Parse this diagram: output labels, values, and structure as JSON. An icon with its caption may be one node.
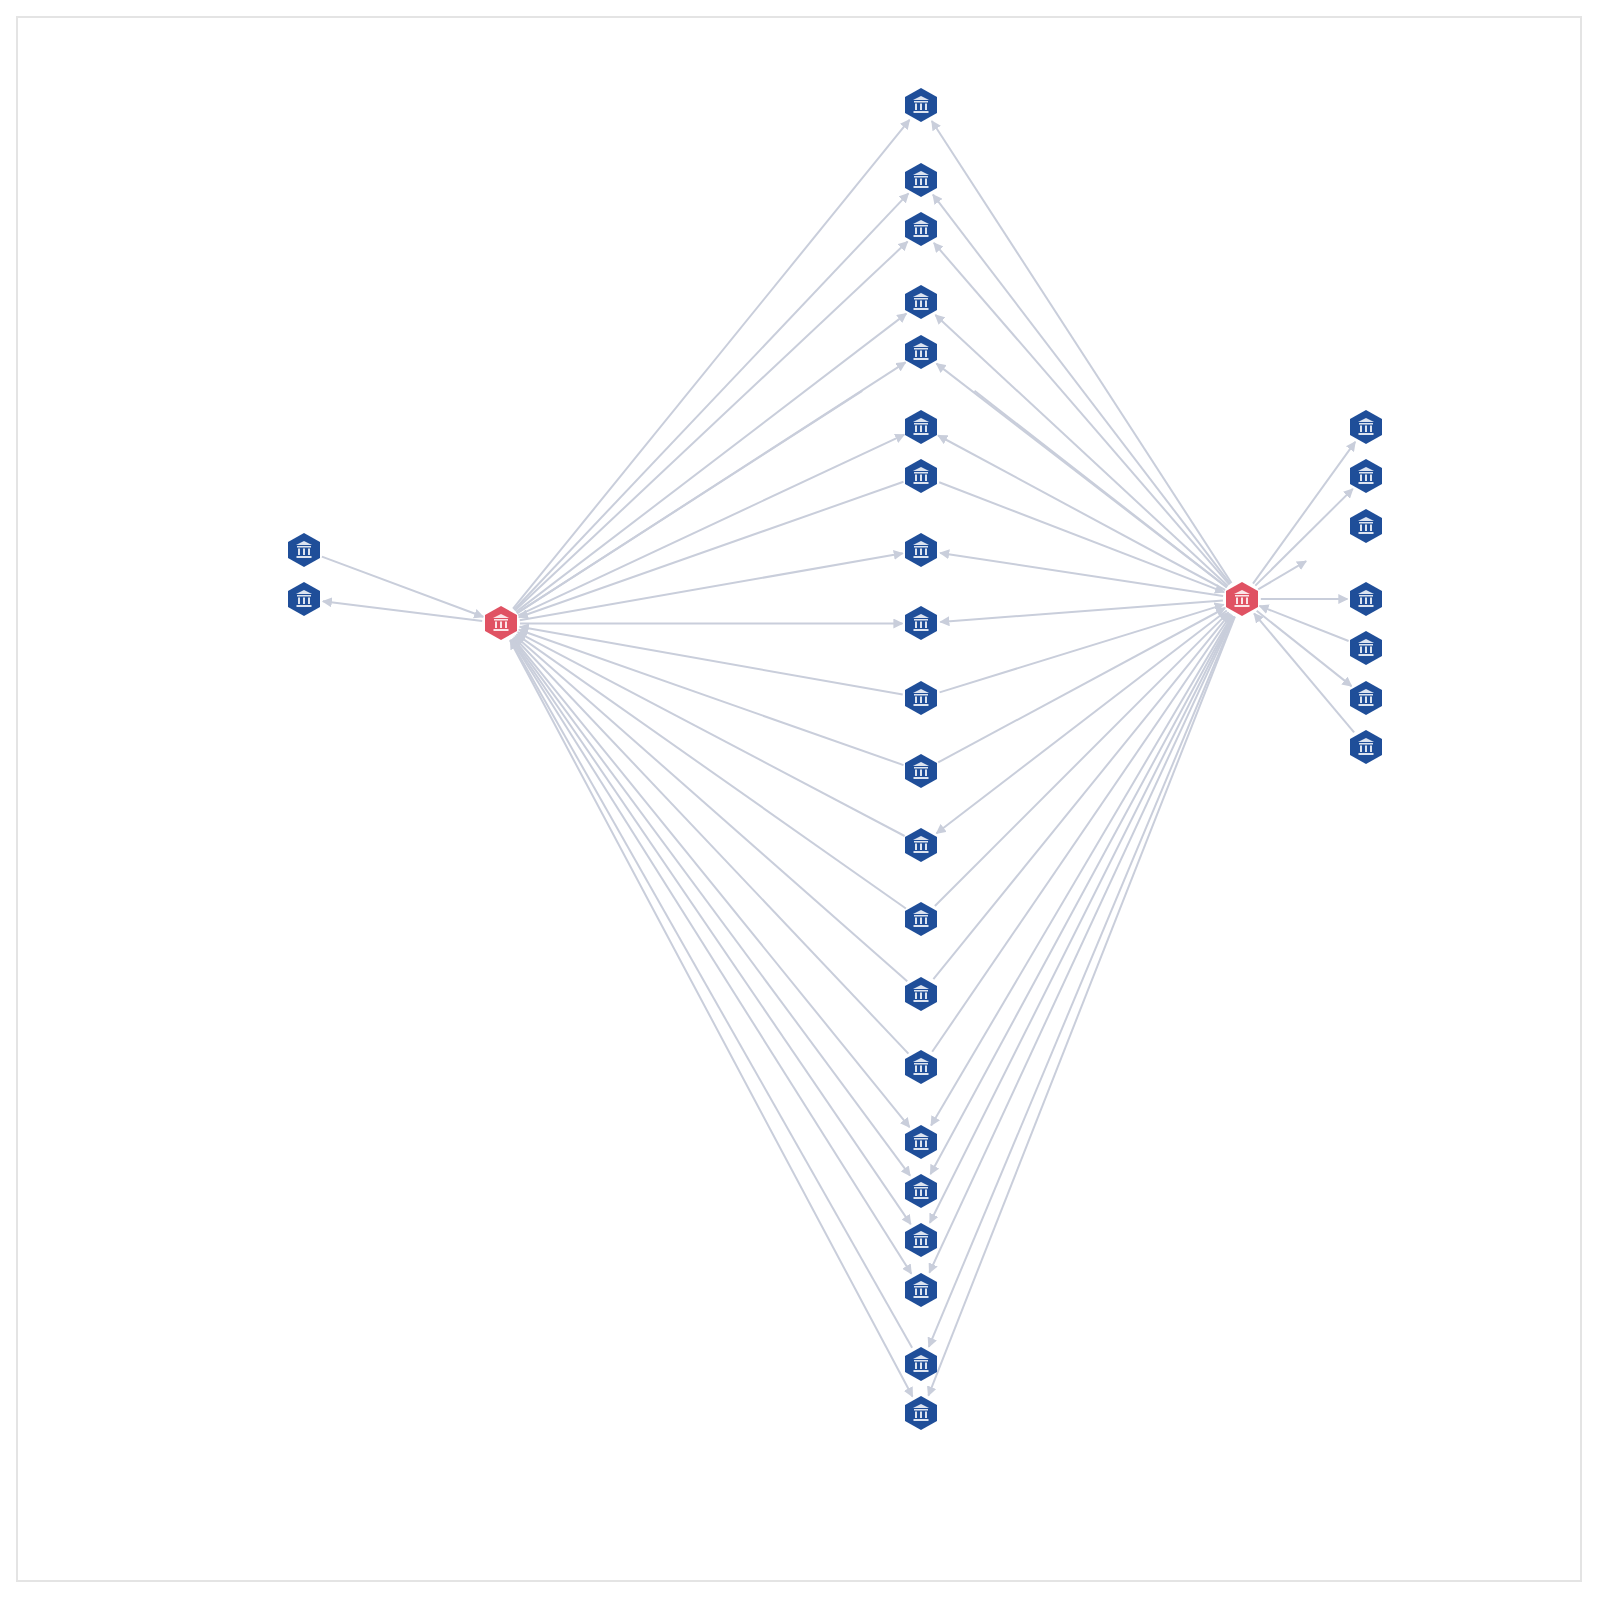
{
  "diagram": {
    "nodes": [
      {
        "text": [],
        "shape": "hexagon"
      },
      {
        "text": [],
        "shape": "hexagon"
      },
      {
        "text": [],
        "shape": "hexagon"
      },
      {
        "text": [],
        "shape": "hexagon"
      },
      {
        "text": [],
        "shape": "hexagon"
      },
      {
        "text": [],
        "shape": "hexagon"
      },
      {
        "text": [],
        "shape": "hexagon"
      },
      {
        "text": [],
        "shape": "hexagon"
      },
      {
        "text": [],
        "shape": "hexagon"
      },
      {
        "text": [],
        "shape": "hexagon"
      },
      {
        "text": [],
        "shape": "hexagon"
      },
      {
        "text": [],
        "shape": "hexagon"
      },
      {
        "text": [],
        "shape": "hexagon"
      },
      {
        "text": [],
        "shape": "hexagon"
      },
      {
        "text": [],
        "shape": "hexagon"
      },
      {
        "text": [],
        "shape": "hexagon"
      },
      {
        "text": [],
        "shape": "hexagon"
      },
      {
        "text": [],
        "shape": "hexagon"
      },
      {
        "text": [],
        "shape": "hexagon"
      },
      {
        "text": [],
        "shape": "hexagon"
      },
      {
        "text": [],
        "shape": "hexagon"
      },
      {
        "text": [],
        "shape": "hexagon"
      },
      {
        "text": [],
        "shape": "hexagon"
      },
      {
        "text": [],
        "shape": "hexagon"
      },
      {
        "text": [],
        "shape": "hexagon"
      },
      {
        "text": [],
        "shape": "hexagon"
      },
      {
        "text": [],
        "shape": "hexagon"
      },
      {
        "text": [],
        "shape": "hexagon"
      },
      {
        "text": [],
        "shape": "hexagon"
      },
      {
        "text": [],
        "shape": "hexagon"
      },
      {
        "text": [],
        "shape": "hexagon"
      },
      {
        "text": [],
        "shape": "hexagon"
      }
    ],
    "edges": [
      {
        "from": 0,
        "to": 2,
        "arrow": "to"
      },
      {
        "from": 2,
        "to": 1,
        "arrow": "to"
      },
      {
        "from": 2,
        "to": 3,
        "arrow": "to"
      },
      {
        "from": 24,
        "to": 3,
        "arrow": "to"
      },
      {
        "from": 2,
        "to": 4,
        "arrow": "to"
      },
      {
        "from": 24,
        "to": 4,
        "arrow": "to"
      },
      {
        "from": 2,
        "to": 5,
        "arrow": "to"
      },
      {
        "from": 24,
        "to": 5,
        "arrow": "to"
      },
      {
        "from": 2,
        "to": 6,
        "arrow": "to"
      },
      {
        "from": 24,
        "to": 6,
        "arrow": "to"
      },
      {
        "from": 2,
        "to": 7,
        "arrow": "to"
      },
      {
        "from": 24,
        "to": 7,
        "arrow": "to"
      },
      {
        "from": 2,
        "to": 8,
        "arrow": "to"
      },
      {
        "from": 24,
        "to": 8,
        "arrow": "to"
      },
      {
        "from": 9,
        "to": 2,
        "arrow": "to"
      },
      {
        "from": 9,
        "to": 24,
        "arrow": "to"
      },
      {
        "from": 2,
        "to": 10,
        "arrow": "to"
      },
      {
        "from": 24,
        "to": 10,
        "arrow": "to"
      },
      {
        "from": 2,
        "to": 11,
        "arrow": "to"
      },
      {
        "from": 24,
        "to": 11,
        "arrow": "to"
      },
      {
        "from": 12,
        "to": 2,
        "arrow": "to"
      },
      {
        "from": 12,
        "to": 24,
        "arrow": "to"
      },
      {
        "from": 13,
        "to": 2,
        "arrow": "to"
      },
      {
        "from": 13,
        "to": 24,
        "arrow": "to"
      },
      {
        "from": 14,
        "to": 2,
        "arrow": "to"
      },
      {
        "from": 24,
        "to": 14,
        "arrow": "to"
      },
      {
        "from": 15,
        "to": 2,
        "arrow": "to"
      },
      {
        "from": 15,
        "to": 24,
        "arrow": "to"
      },
      {
        "from": 16,
        "to": 2,
        "arrow": "to"
      },
      {
        "from": 16,
        "to": 24,
        "arrow": "to"
      },
      {
        "from": 17,
        "to": 2,
        "arrow": "to"
      },
      {
        "from": 17,
        "to": 24,
        "arrow": "to"
      },
      {
        "from": 2,
        "to": 18,
        "arrow": "to"
      },
      {
        "from": 24,
        "to": 18,
        "arrow": "to"
      },
      {
        "from": 2,
        "to": 19,
        "arrow": "to"
      },
      {
        "from": 24,
        "to": 19,
        "arrow": "to"
      },
      {
        "from": 2,
        "to": 20,
        "arrow": "to"
      },
      {
        "from": 24,
        "to": 20,
        "arrow": "to"
      },
      {
        "from": 2,
        "to": 21,
        "arrow": "to"
      },
      {
        "from": 24,
        "to": 21,
        "arrow": "to"
      },
      {
        "from": 22,
        "to": 2,
        "arrow": "to"
      },
      {
        "from": 24,
        "to": 22,
        "arrow": "to"
      },
      {
        "from": 2,
        "to": 23,
        "arrow": "to"
      },
      {
        "from": 24,
        "to": 23,
        "arrow": "to"
      },
      {
        "from": 2,
        "to": null,
        "arrow": "none"
      },
      {
        "from": 24,
        "to": null,
        "arrow": "none"
      },
      {
        "from": 24,
        "to": null,
        "arrow": "to"
      },
      {
        "from": 24,
        "to": 25,
        "arrow": "to"
      },
      {
        "from": 24,
        "to": 26,
        "arrow": "to"
      },
      {
        "from": 24,
        "to": 28,
        "arrow": "to"
      },
      {
        "from": 29,
        "to": 24,
        "arrow": "to"
      },
      {
        "from": 24,
        "to": 30,
        "arrow": "to"
      },
      {
        "from": 31,
        "to": 24,
        "arrow": "to"
      }
    ]
  }
}
